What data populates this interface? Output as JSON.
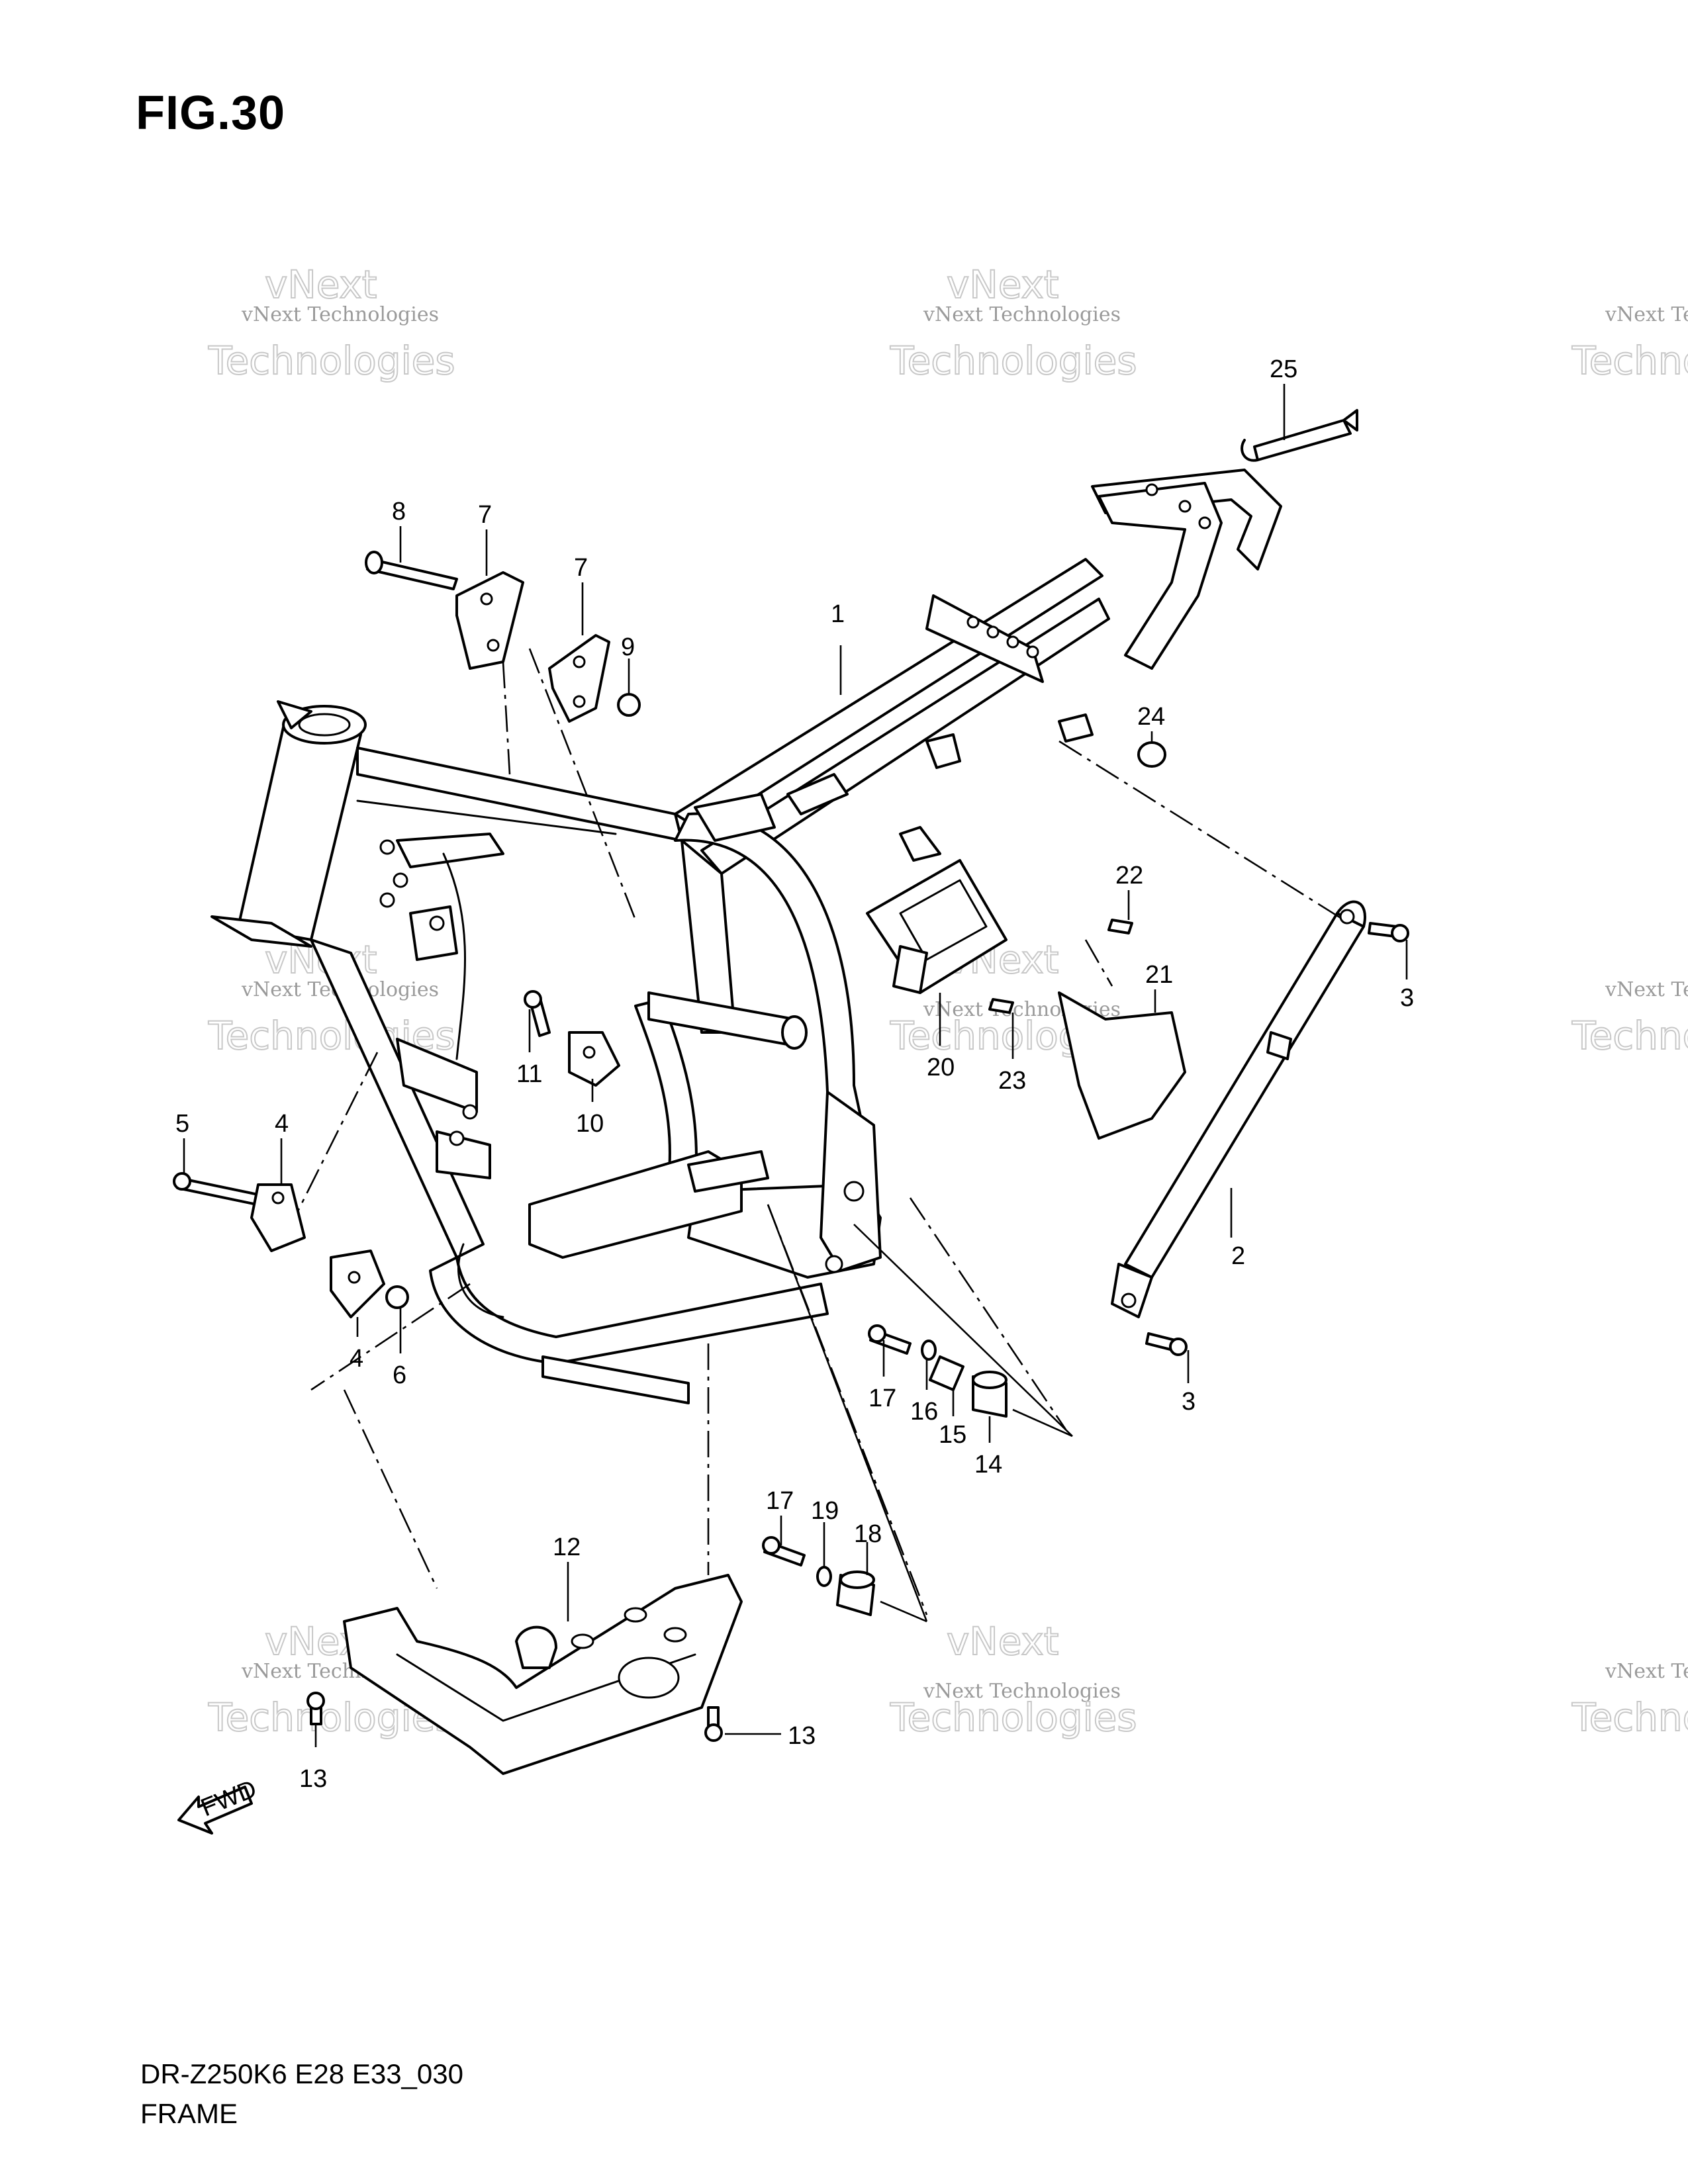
{
  "figure": {
    "title": "FIG.30",
    "model_code": "DR-Z250K6 E28 E33_030",
    "section": "FRAME",
    "fwd_marker": "FWD"
  },
  "watermark": {
    "line1": "vNext Technologies",
    "line2": "Technologies",
    "line3": "vNext"
  },
  "labels": {
    "p1": "1",
    "p2": "2",
    "p3a": "3",
    "p3b": "3",
    "p4a": "4",
    "p4b": "4",
    "p5": "5",
    "p6": "6",
    "p7a": "7",
    "p7b": "7",
    "p8": "8",
    "p9": "9",
    "p10": "10",
    "p11": "11",
    "p12": "12",
    "p13a": "13",
    "p13b": "13",
    "p14": "14",
    "p15": "15",
    "p16": "16",
    "p17a": "17",
    "p17b": "17",
    "p18": "18",
    "p19": "19",
    "p20": "20",
    "p21": "21",
    "p22": "22",
    "p23": "23",
    "p24": "24",
    "p25": "25"
  }
}
